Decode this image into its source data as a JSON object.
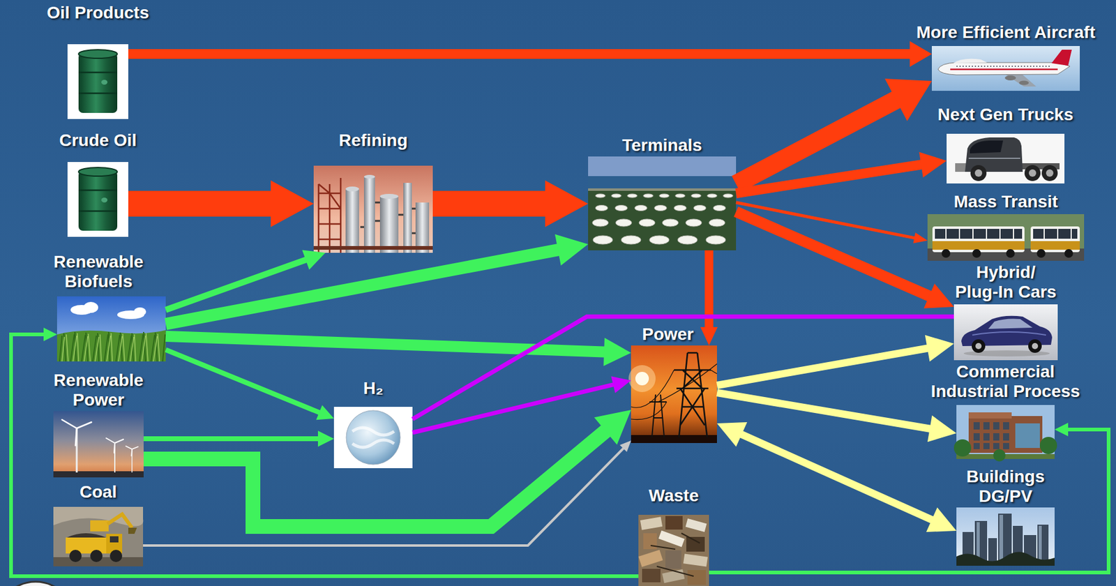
{
  "diagram": {
    "nodes": [
      {
        "text": [
          "Oil Products"
        ]
      },
      {
        "text": [
          "More Efficient Aircraft"
        ]
      },
      {
        "text": [
          "Next Gen Trucks"
        ]
      },
      {
        "text": [
          "Crude Oil"
        ]
      },
      {
        "text": [
          "Refining"
        ]
      },
      {
        "text": [
          "Terminals"
        ]
      },
      {
        "text": [
          "Mass Transit"
        ]
      },
      {
        "text": [
          "Renewable Biofuels"
        ]
      },
      {
        "text": [
          "Hybrid/ Plug-In Cars"
        ]
      },
      {
        "text": [
          "Power"
        ]
      },
      {
        "text": [
          "Renewable Power"
        ]
      },
      {
        "text": [
          "H₂"
        ]
      },
      {
        "text": [
          "Commercial Industrial Process"
        ]
      },
      {
        "text": [
          "Coal"
        ]
      },
      {
        "text": [
          "Waste"
        ]
      },
      {
        "text": [
          "Buildings DG/PV"
        ]
      }
    ],
    "edges": [
      {
        "from": 0,
        "to": 1,
        "arrow": "to"
      },
      {
        "from": 3,
        "to": 4,
        "arrow": "to"
      },
      {
        "from": 4,
        "to": 5,
        "arrow": "to"
      },
      {
        "from": 5,
        "to": 1,
        "arrow": "to"
      },
      {
        "from": 5,
        "to": 2,
        "arrow": "to"
      },
      {
        "from": 5,
        "to": 6,
        "arrow": "to"
      },
      {
        "from": 5,
        "to": 8,
        "arrow": "to"
      },
      {
        "from": 5,
        "to": 9,
        "arrow": "to"
      },
      {
        "from": 7,
        "to": 4,
        "arrow": "to"
      },
      {
        "from": 7,
        "to": 5,
        "arrow": "to"
      },
      {
        "from": 7,
        "to": 9,
        "arrow": "to"
      },
      {
        "from": 7,
        "to": 11,
        "arrow": "to"
      },
      {
        "from": 10,
        "to": 11,
        "arrow": "to"
      },
      {
        "from": 10,
        "to": 9,
        "arrow": "to"
      },
      {
        "from": 13,
        "to": 9,
        "arrow": "to"
      },
      {
        "from": 11,
        "to": 8,
        "arrow": "none"
      },
      {
        "from": 11,
        "to": 9,
        "arrow": "to"
      },
      {
        "from": 9,
        "to": 8,
        "arrow": "to"
      },
      {
        "from": 9,
        "to": 12,
        "arrow": "to"
      },
      {
        "from": 9,
        "to": 15,
        "arrow": "both"
      },
      {
        "from": 14,
        "to": 7,
        "arrow": "to"
      },
      {
        "from": 14,
        "to": 12,
        "arrow": "to"
      }
    ]
  }
}
